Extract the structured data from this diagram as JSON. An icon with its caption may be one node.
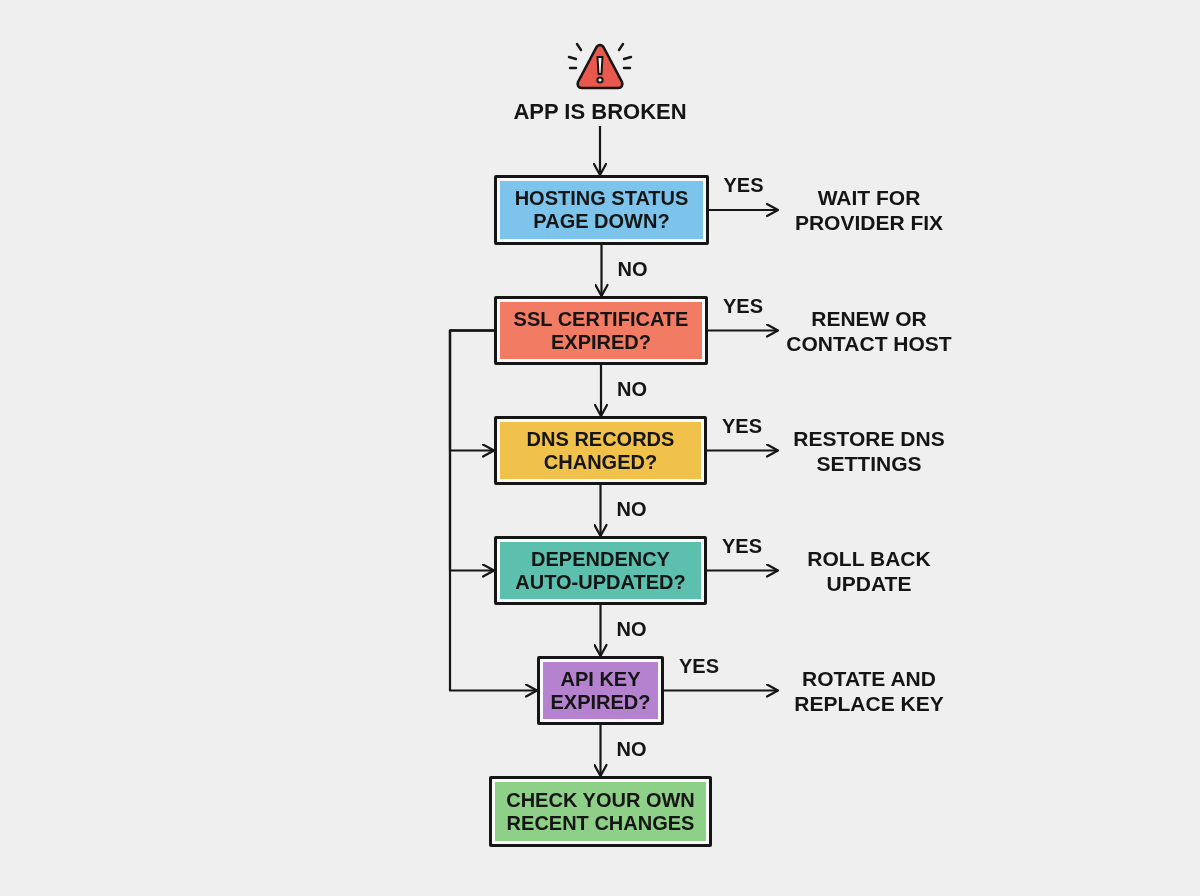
{
  "diagram": {
    "nodes": [
      {
        "text": [
          "APP IS BROKEN"
        ]
      },
      {
        "text": [
          "HOSTING STATUS PAGE DOWN?"
        ]
      },
      {
        "text": [
          "WAIT FOR PROVIDER FIX"
        ]
      },
      {
        "text": [
          "SSL CERTIFICATE EXPIRED?"
        ]
      },
      {
        "text": [
          "RENEW OR CONTACT HOST"
        ]
      },
      {
        "text": [
          "DNS RECORDS CHANGED?"
        ]
      },
      {
        "text": [
          "RESTORE DNS SETTINGS"
        ]
      },
      {
        "text": [
          "DEPENDENCY AUTO-UPDATED?"
        ]
      },
      {
        "text": [
          "ROLL BACK UPDATE"
        ]
      },
      {
        "text": [
          "API KEY EXPIRED?"
        ]
      },
      {
        "text": [
          "ROTATE AND REPLACE KEY"
        ]
      },
      {
        "text": [
          "CHECK YOUR OWN RECENT CHANGES"
        ]
      }
    ],
    "edges": [
      {
        "from": 0,
        "to": 1,
        "arrow": "to"
      },
      {
        "from": 1,
        "to": 2,
        "arrow": "to",
        "label": "YES"
      },
      {
        "from": 1,
        "to": 3,
        "arrow": "to",
        "label": "NO"
      },
      {
        "from": 3,
        "to": 4,
        "arrow": "to",
        "label": "YES"
      },
      {
        "from": 3,
        "to": 5,
        "arrow": "to",
        "label": "NO"
      },
      {
        "from": 5,
        "to": 6,
        "arrow": "to",
        "label": "YES"
      },
      {
        "from": 5,
        "to": 7,
        "arrow": "to",
        "label": "NO"
      },
      {
        "from": 7,
        "to": 8,
        "arrow": "to",
        "label": "YES"
      },
      {
        "from": 7,
        "to": 9,
        "arrow": "to",
        "label": "NO"
      },
      {
        "from": 9,
        "to": 10,
        "arrow": "to",
        "label": "YES"
      },
      {
        "from": 9,
        "to": 11,
        "arrow": "to",
        "label": "NO"
      },
      {
        "from": 3,
        "to": 5,
        "arrow": "to"
      },
      {
        "from": 3,
        "to": 7,
        "arrow": "to"
      },
      {
        "from": 3,
        "to": 9,
        "arrow": "to"
      }
    ]
  }
}
